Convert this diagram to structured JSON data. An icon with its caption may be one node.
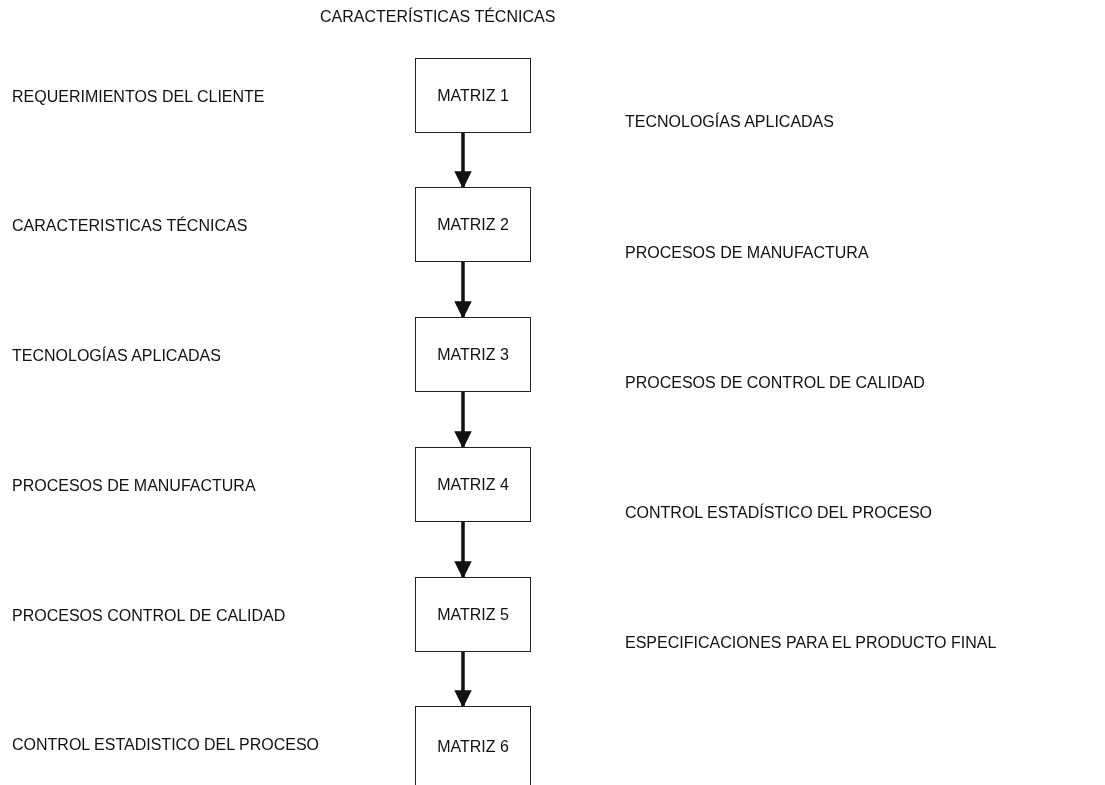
{
  "diagram": {
    "title": "CARACTERÍSTICAS TÉCNICAS",
    "nodes": [
      {
        "text": [
          "MATRIZ 1"
        ]
      },
      {
        "text": [
          "MATRIZ 2"
        ]
      },
      {
        "text": [
          "MATRIZ 3"
        ]
      },
      {
        "text": [
          "MATRIZ 4"
        ]
      },
      {
        "text": [
          "MATRIZ 5"
        ]
      },
      {
        "text": [
          "MATRIZ 6"
        ]
      }
    ],
    "edges": [
      {
        "from": 0,
        "to": 1,
        "arrow": "to"
      },
      {
        "from": 1,
        "to": 2,
        "arrow": "to"
      },
      {
        "from": 2,
        "to": 3,
        "arrow": "to"
      },
      {
        "from": 3,
        "to": 4,
        "arrow": "to"
      },
      {
        "from": 4,
        "to": 5,
        "arrow": "to"
      }
    ],
    "labels": [
      "REQUERIMIENTOS DEL CLIENTE",
      "TECNOLOGÍAS APLICADAS",
      "CARACTERISTICAS TÉCNICAS",
      "PROCESOS DE MANUFACTURA",
      "TECNOLOGÍAS APLICADAS",
      "PROCESOS DE CONTROL DE CALIDAD",
      "PROCESOS DE MANUFACTURA",
      "CONTROL ESTADÍSTICO DEL PROCESO",
      "PROCESOS CONTROL DE CALIDAD",
      "ESPECIFICACIONES PARA EL PRODUCTO FINAL",
      "CONTROL ESTADISTICO DEL PROCESO"
    ]
  }
}
